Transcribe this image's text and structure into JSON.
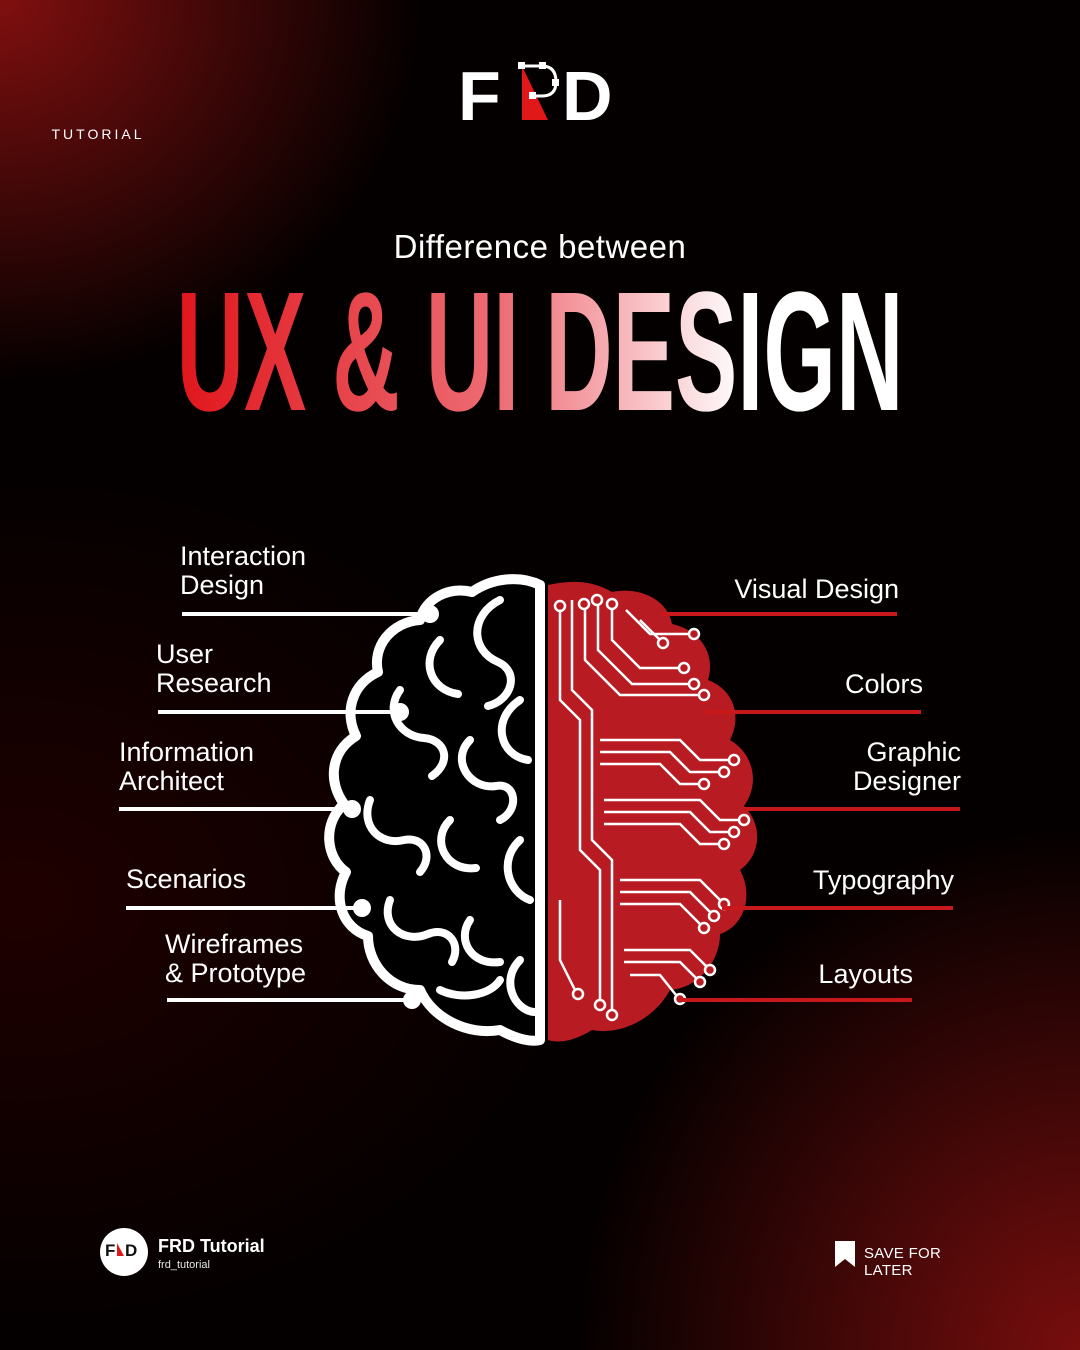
{
  "brand": {
    "logo_letters": "FRD",
    "logo_subtitle": "TUTORIAL",
    "name": "FRD Tutorial",
    "handle": "frd_tutorial"
  },
  "header": {
    "subtitle": "Difference between",
    "headline": "UX & UI DESIGN"
  },
  "ux_labels": [
    "Interaction\nDesign",
    "User\nResearch",
    "Information\nArchitect",
    "Scenarios",
    "Wireframes\n& Prototype"
  ],
  "ui_labels": [
    "Visual Design",
    "Colors",
    "Graphic\nDesigner",
    "Typography",
    "Layouts"
  ],
  "footer": {
    "save_label": "SAVE FOR LATER"
  },
  "colors": {
    "accent_red": "#c8181c",
    "brain_red": "#b81c22",
    "text": "#ffffff"
  },
  "icons": {
    "save": "bookmark-icon",
    "brain_left": "brain-outline-icon",
    "brain_right": "circuit-brain-icon"
  }
}
